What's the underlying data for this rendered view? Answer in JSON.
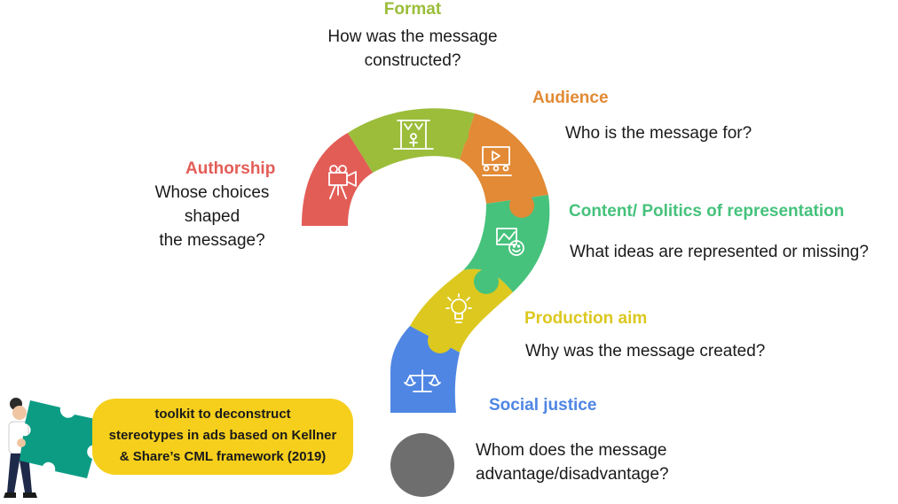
{
  "colors": {
    "format": "#9bbd3a",
    "audience": "#e28a35",
    "authorship": "#e35d57",
    "content": "#46c27c",
    "production": "#dcc81f",
    "social": "#4f86e3",
    "dot": "#6e6e6e",
    "note_bg": "#f5cf1c",
    "puzzle_piece": "#0c9c84"
  },
  "segments": [
    {
      "key": "format",
      "title": "Format",
      "question": "How was the message constructed?",
      "icon": "stage-icon"
    },
    {
      "key": "audience",
      "title": "Audience",
      "question": "Who is the message for?",
      "icon": "audience-screen-icon"
    },
    {
      "key": "authorship",
      "title": "Authorship",
      "question": "Whose choices shaped the message?",
      "icon": "movie-camera-icon"
    },
    {
      "key": "content",
      "title": "Content/ Politics of representation",
      "question": "What ideas are represented or missing?",
      "icon": "image-smiley-icon"
    },
    {
      "key": "production",
      "title": "Production aim",
      "question": "Why was the message created?",
      "icon": "lightbulb-icon"
    },
    {
      "key": "social",
      "title": "Social justice",
      "question": "Whom does the message advantage/disadvantage?",
      "icon": "scales-icon"
    }
  ],
  "labels": {
    "format": {
      "title": "Format",
      "lines": [
        "How was the message",
        "constructed?"
      ]
    },
    "audience": {
      "title": "Audience",
      "lines": [
        "Who is the message for?"
      ]
    },
    "authorship": {
      "title": "Authorship",
      "lines": [
        "Whose choices",
        "shaped",
        "the message?"
      ]
    },
    "content": {
      "title": "Content/ Politics of representation",
      "lines": [
        "What ideas are represented or missing?"
      ]
    },
    "production": {
      "title": "Production aim",
      "lines": [
        "Why was the message created?"
      ]
    },
    "social": {
      "title": "Social justice",
      "lines": [
        "Whom does the message",
        "advantage/disadvantage?"
      ]
    }
  },
  "note": {
    "lines": [
      "toolkit to deconstruct",
      "stereotypes in ads based on Kellner",
      "& Share’s CML framework (2019)"
    ]
  }
}
